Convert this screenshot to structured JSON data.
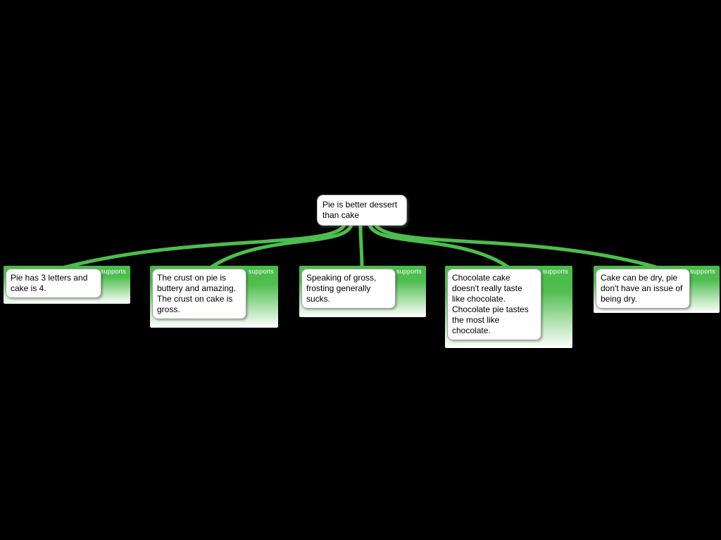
{
  "diagram": {
    "claim": {
      "text": "Pie is better dessert than cake"
    },
    "relation_label": "supports",
    "supports": [
      {
        "text": "Pie has 3 letters and cake is 4."
      },
      {
        "text": "The crust on pie is buttery and amazing. The crust on cake is gross."
      },
      {
        "text": "Speaking of gross, frosting generally sucks."
      },
      {
        "text": "Chocolate cake doesn't really taste like chocolate. Chocolate pie tastes the most like chocolate."
      },
      {
        "text": "Cake can be dry, pie don't have an issue of being dry."
      }
    ],
    "colors": {
      "background": "#000000",
      "connector": "#4dbd4d",
      "panel_green": "#49bb4b"
    }
  }
}
